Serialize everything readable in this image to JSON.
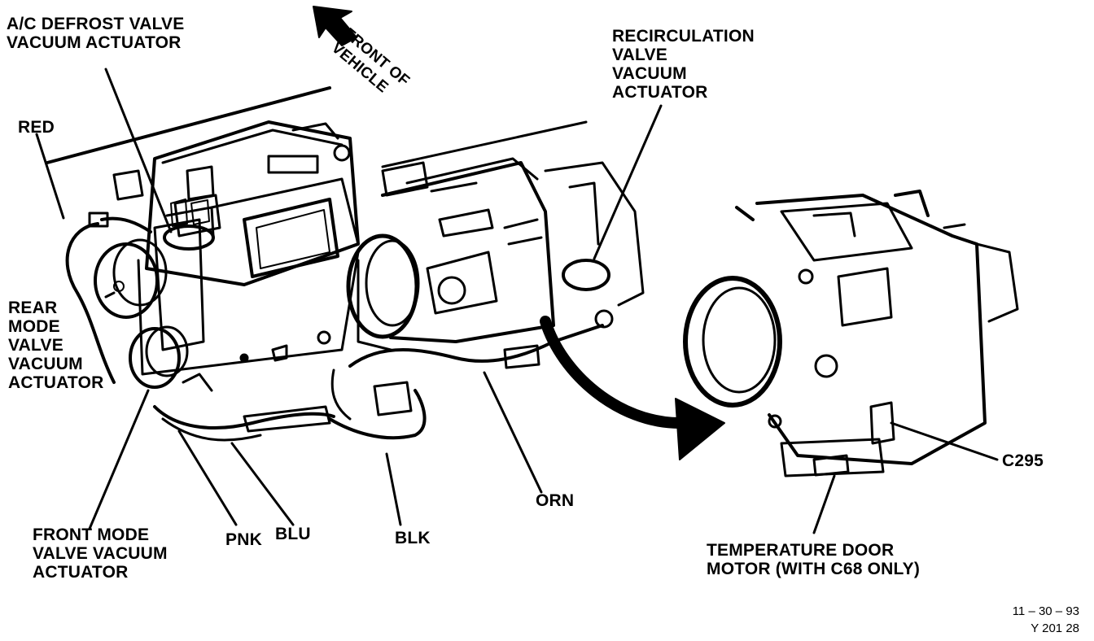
{
  "labels": {
    "ac_defrost": "A/C DEFROST VALVE\nVACUUM ACTUATOR",
    "front_of_vehicle": "FRONT OF\nVEHICLE",
    "recirculation": "RECIRCULATION\nVALVE\nVACUUM\nACTUATOR",
    "red": "RED",
    "rear_mode": "REAR\nMODE\nVALVE\nVACUUM\nACTUATOR",
    "front_mode": "FRONT MODE\nVALVE VACUUM\nACTUATOR",
    "pnk": "PNK",
    "blu": "BLU",
    "blk": "BLK",
    "orn": "ORN",
    "c295": "C295",
    "temperature_door": "TEMPERATURE DOOR\nMOTOR (WITH C68 ONLY)"
  },
  "figure_code": {
    "date": "11 – 30 – 93",
    "id": "Y 201 28"
  }
}
